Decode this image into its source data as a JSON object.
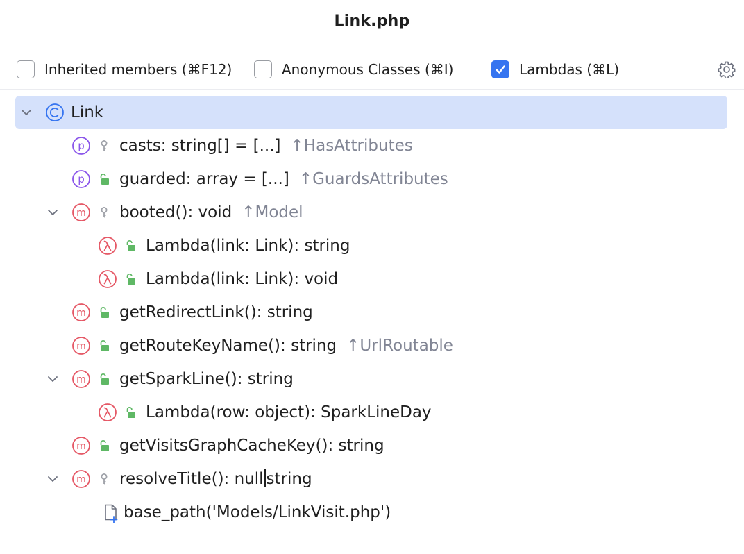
{
  "popup": {
    "title": "Link.php"
  },
  "filters": [
    {
      "label": "Inherited members (⌘F12)",
      "checked": false
    },
    {
      "label": "Anonymous Classes (⌘I)",
      "checked": false
    },
    {
      "label": "Lambdas (⌘L)",
      "checked": true
    }
  ],
  "icons": {
    "settings": "gear-icon"
  },
  "colors": {
    "selection": "#d5e1fb",
    "class_icon": "#3574f0",
    "property_icon": "#8a55ea",
    "method_icon": "#e55765",
    "lock_public": "#5fb865",
    "key_private": "#9ea1a8",
    "hint_text": "#818594"
  },
  "tree": {
    "root": {
      "kind": "class",
      "name": "Link",
      "expanded": true,
      "selected": true
    },
    "items": [
      {
        "kind": "property",
        "visibility": "private",
        "name": "casts: string[] = [...]",
        "hint": "↑HasAttributes"
      },
      {
        "kind": "property",
        "visibility": "public",
        "name": "guarded: array = [...]",
        "hint": "↑GuardsAttributes"
      },
      {
        "kind": "method",
        "visibility": "private",
        "name": "booted(): void",
        "hint": "↑Model",
        "expanded": true
      },
      {
        "kind": "lambda",
        "visibility": "public",
        "name": "Lambda(link: Link): string",
        "hint": ""
      },
      {
        "kind": "lambda",
        "visibility": "public",
        "name": "Lambda(link: Link): void",
        "hint": ""
      },
      {
        "kind": "method",
        "visibility": "public",
        "name": "getRedirectLink(): string",
        "hint": ""
      },
      {
        "kind": "method",
        "visibility": "public",
        "name": "getRouteKeyName(): string",
        "hint": "↑UrlRoutable"
      },
      {
        "kind": "method",
        "visibility": "public",
        "name": "getSparkLine(): string",
        "hint": "",
        "expanded": true
      },
      {
        "kind": "lambda",
        "visibility": "public",
        "name": "Lambda(row: object): SparkLineDay",
        "hint": ""
      },
      {
        "kind": "method",
        "visibility": "public",
        "name": "getVisitsGraphCacheKey(): string",
        "hint": ""
      },
      {
        "kind": "method",
        "visibility": "private",
        "name_before_caret": "resolveTitle(): null",
        "name_after_caret": "string",
        "hint": "",
        "expanded": true
      },
      {
        "kind": "file",
        "name": "base_path('Models/LinkVisit.php')",
        "hint": ""
      }
    ]
  }
}
